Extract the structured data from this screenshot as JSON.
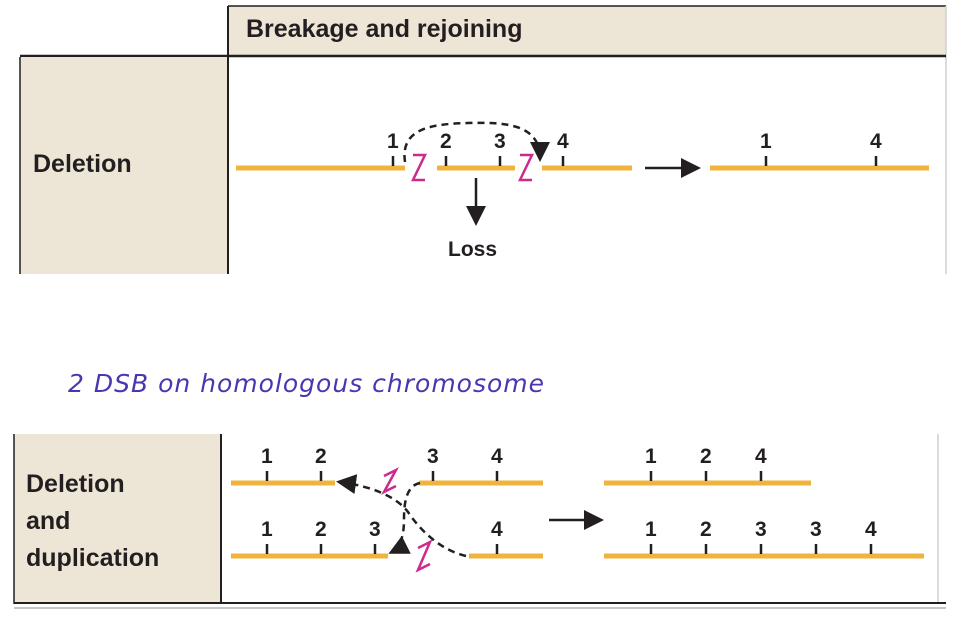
{
  "header": {
    "title": "Breakage and rejoining"
  },
  "deletion": {
    "label": "Deletion",
    "loss_label": "Loss",
    "markers_before": [
      "1",
      "2",
      "3",
      "4"
    ],
    "markers_after": [
      "1",
      "4"
    ]
  },
  "handwritten_note": "2 DSB on homologous chromosome",
  "deletion_duplication": {
    "label_lines": [
      "Deletion",
      "and",
      "duplication"
    ],
    "top_before_left": [
      "1",
      "2"
    ],
    "top_before_right": [
      "3",
      "4"
    ],
    "bottom_before_left": [
      "1",
      "2",
      "3"
    ],
    "bottom_before_right": [
      "4"
    ],
    "top_after": [
      "1",
      "2",
      "4"
    ],
    "bottom_after": [
      "1",
      "2",
      "3",
      "3",
      "4"
    ]
  },
  "colors": {
    "chromosome": "#f0b43c",
    "label_panel": "#ede6d6",
    "break": "#cc2a8c",
    "ink": "#231f20",
    "handwriting": "#4a36b0"
  }
}
